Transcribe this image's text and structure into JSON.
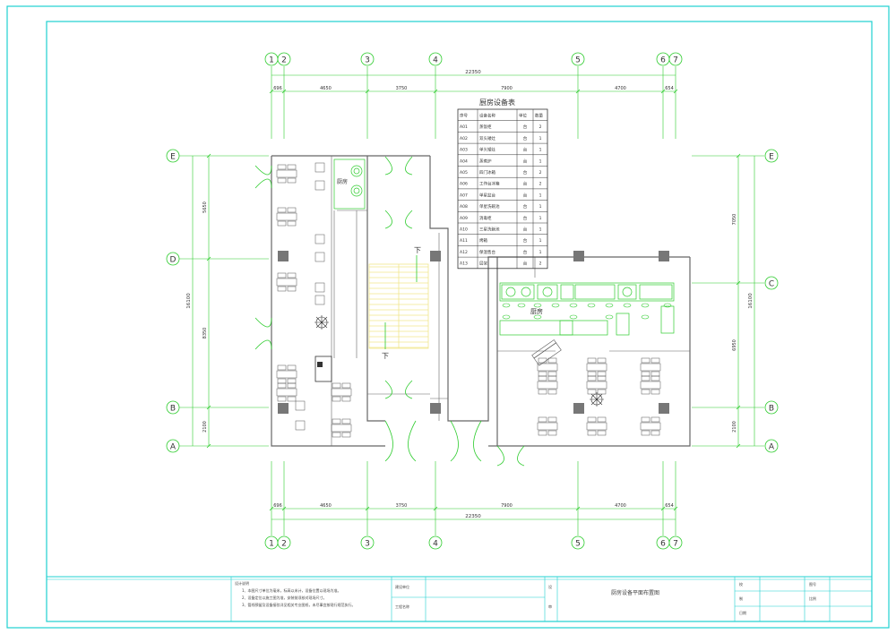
{
  "colors": {
    "frame": "#1fd0d0",
    "grid": "#2ecc2e",
    "wall": "#666666",
    "equip": "#2ecc2e",
    "stair": "#f0e68c",
    "text": "#333333"
  },
  "axes_top": [
    "1",
    "2",
    "3",
    "4",
    "5",
    "6",
    "7"
  ],
  "axes_rows_left": [
    "E",
    "D",
    "B",
    "A"
  ],
  "axes_rows_right": [
    "E",
    "C",
    "B",
    "A"
  ],
  "dims_top": {
    "total": "22350",
    "segments": [
      "696",
      "4650",
      "3750",
      "7900",
      "4700",
      "654"
    ]
  },
  "dims_bottom": {
    "total": "22350",
    "segments": [
      "696",
      "4650",
      "3750",
      "7900",
      "4700",
      "654"
    ]
  },
  "dims_left": {
    "total": "16100",
    "segments": [
      "5650",
      "8350",
      "2100"
    ]
  },
  "dims_right": {
    "total": "16100",
    "segments": [
      "7050",
      "6950",
      "2100"
    ]
  },
  "labels": {
    "kitchen_small": "厨房",
    "kitchen_big": "厨房",
    "stair_down_1": "下",
    "stair_down_2": "下"
  },
  "equipment_table": {
    "title": "厨房设备表",
    "headers": [
      "序号",
      "设备名称",
      "单位",
      "数量"
    ],
    "rows": [
      [
        "A01",
        "蒸饭柜",
        "台",
        "2"
      ],
      [
        "A02",
        "双头矮灶",
        "台",
        "1"
      ],
      [
        "A03",
        "单头矮灶",
        "台",
        "1"
      ],
      [
        "A04",
        "蒸煮炉",
        "台",
        "1"
      ],
      [
        "A05",
        "四门冰箱",
        "台",
        "2"
      ],
      [
        "A06",
        "工作台冰箱",
        "台",
        "2"
      ],
      [
        "A07",
        "单星盆台",
        "台",
        "1"
      ],
      [
        "A08",
        "单星洗碗池",
        "台",
        "1"
      ],
      [
        "A09",
        "消毒柜",
        "台",
        "1"
      ],
      [
        "A10",
        "三星洗碗池",
        "台",
        "1"
      ],
      [
        "A11",
        "烤箱",
        "台",
        "1"
      ],
      [
        "A12",
        "保温售台",
        "台",
        "1"
      ],
      [
        "A13",
        "层架",
        "台",
        "2"
      ]
    ]
  },
  "title_block": {
    "notes_heading": "设计说明",
    "notes": [
      "1、本图尺寸单位为毫米，标高以米计，设备位置以现场为准。",
      "2、设备定位以施工图为准，安装前须核对现场尺寸。",
      "3、管线预留及设备接驳详见相关专业图纸，未尽事宜按现行规范执行。"
    ],
    "field_project": "建设单位",
    "field_name": "工程名称",
    "field_design": "设",
    "field_check": "审",
    "field_proof": "校",
    "field_draw": "制",
    "field_date": "日期",
    "field_no": "图号",
    "field_scale": "比例",
    "drawing_title": "厨房设备平面布置图"
  }
}
